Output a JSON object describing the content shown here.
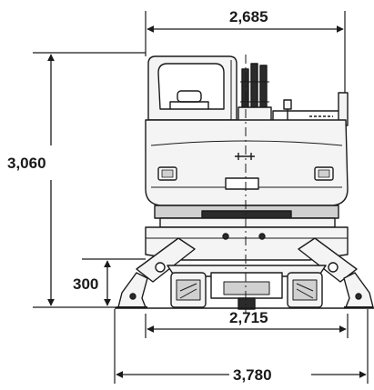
{
  "dimensions": {
    "top_width": "2,685",
    "overall_height": "3,060",
    "ground_clearance": "300",
    "track_width": "2,715",
    "overall_width": "3,780"
  },
  "colors": {
    "ink": "#1a1a1a",
    "fill_light": "#f4f4f4",
    "fill_mid": "#d0d0d0",
    "fill_dark": "#2b2b2b"
  }
}
